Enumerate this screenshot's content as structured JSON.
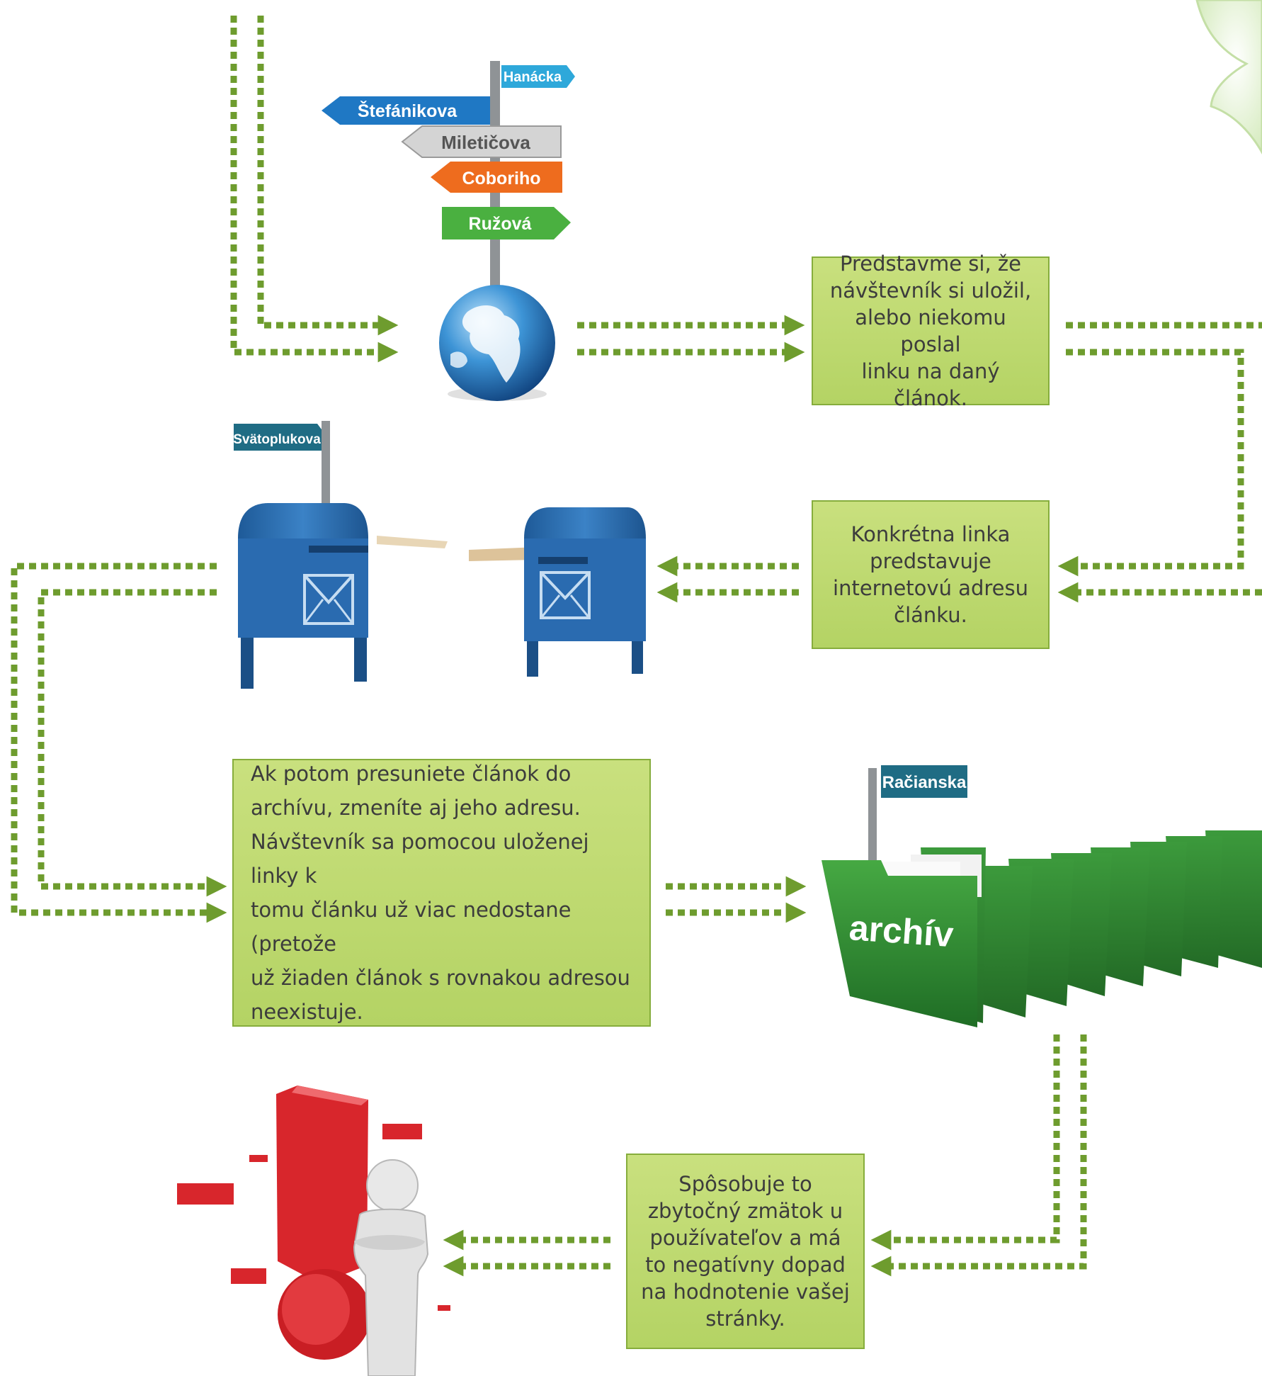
{
  "signpost": {
    "signs": [
      "Hanácka",
      "Štefánikova",
      "Miletičova",
      "Coboriho",
      "Ružová"
    ]
  },
  "mailbox": {
    "street_sign": "Svätoplukova"
  },
  "archive": {
    "street_sign": "Račianska",
    "folder_label": "archív"
  },
  "notes": {
    "note1": "Predstavme si, že\nnávštevník si uložil,\nalebo niekomu poslal\nlinku na daný článok.",
    "note2": "Konkrétna linka\npredstavuje\ninternetovú adresu\nčlánku.",
    "note3": "Ak potom presuniete článok do\narchívu, zmeníte aj jeho adresu.\nNávštevník sa pomocou uloženej linky k\ntomu článku už viac nedostane (pretože\nuž žiaden článok s rovnakou adresou\nneexistuje.",
    "note4": "Spôsobuje to\nzbytočný zmätok u\npoužívateľov a má\nto negatívny dopad\nna hodnotenie vašej\nstránky."
  },
  "colors": {
    "box_fill": "#bcd86c",
    "box_border": "#86ad3c",
    "dotted_line": "#6e9c2e",
    "mailbox_blue": "#2c6fb2",
    "folder_green": "#2f8a33",
    "exclamation_red": "#d8262c"
  }
}
